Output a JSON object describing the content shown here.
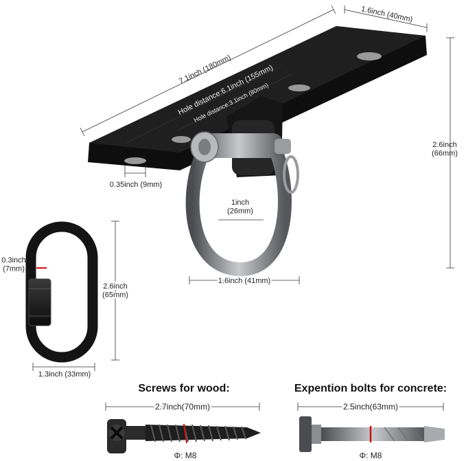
{
  "plate": {
    "length": "7.1inch (180mm)",
    "width": "1.6inch (40mm)",
    "height": "2.6inch\n(66mm)",
    "hole_distance_outer": "Hole distance:6.1inch (155mm)",
    "hole_distance_inner": "Hole distance:3.1inch (80mm)",
    "hole_diameter": "0.35inch (9mm)"
  },
  "shackle": {
    "inner_width": "1inch\n(26mm)",
    "outer_width": "1.6inch (41mm)"
  },
  "quick_link": {
    "thickness": "0.3inch\n(7mm)",
    "length": "2.6inch\n(65mm)",
    "width": "1.3inch (33mm)"
  },
  "screw": {
    "title": "Screws for wood:",
    "length": "2.7inch(70mm)",
    "diameter": "Φ: M8"
  },
  "bolt": {
    "title": "Expention bolts for concrete:",
    "length": "2.5inch(63mm)",
    "diameter": "Φ: M8"
  },
  "colors": {
    "plate": "#1a1a1a",
    "steel": "#8a8c90",
    "marker": "#d01010"
  }
}
